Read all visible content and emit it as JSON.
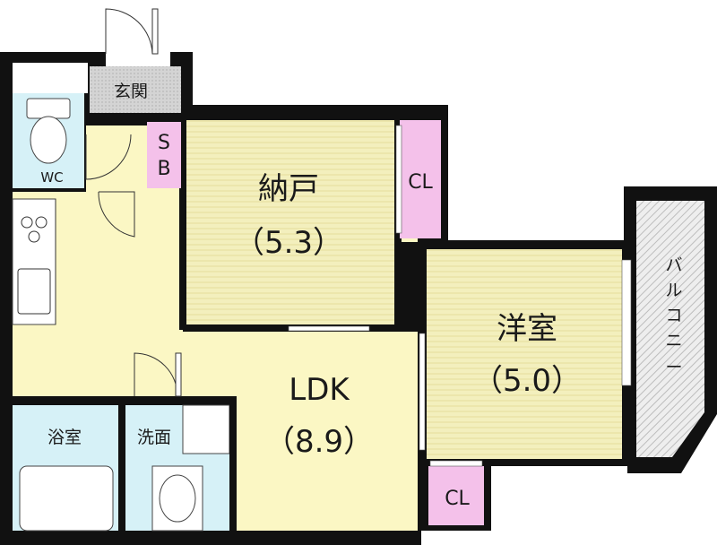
{
  "rooms": {
    "entrance": "玄関",
    "wc": "WC",
    "sb_top": "S",
    "sb_bottom": "B",
    "storage": "納戸",
    "storage_size": "（5.3）",
    "closet_top": "CL",
    "western": "洋室",
    "western_size": "（5.0）",
    "ldk": "LDK",
    "ldk_size": "（8.9）",
    "bath": "浴室",
    "washroom": "洗面",
    "closet_bottom": "CL",
    "balcony_chars": [
      "バ",
      "ル",
      "コ",
      "ニ",
      "ー"
    ]
  },
  "colors": {
    "wall": "#111111",
    "floor_living": "#fbf7c4",
    "floor_room": "#f3efbd",
    "wet_area": "#d6f1f7",
    "closet": "#f4c1ea",
    "entrance": "#d4d4d4",
    "balcony_hatch": "#d8d8d8"
  }
}
